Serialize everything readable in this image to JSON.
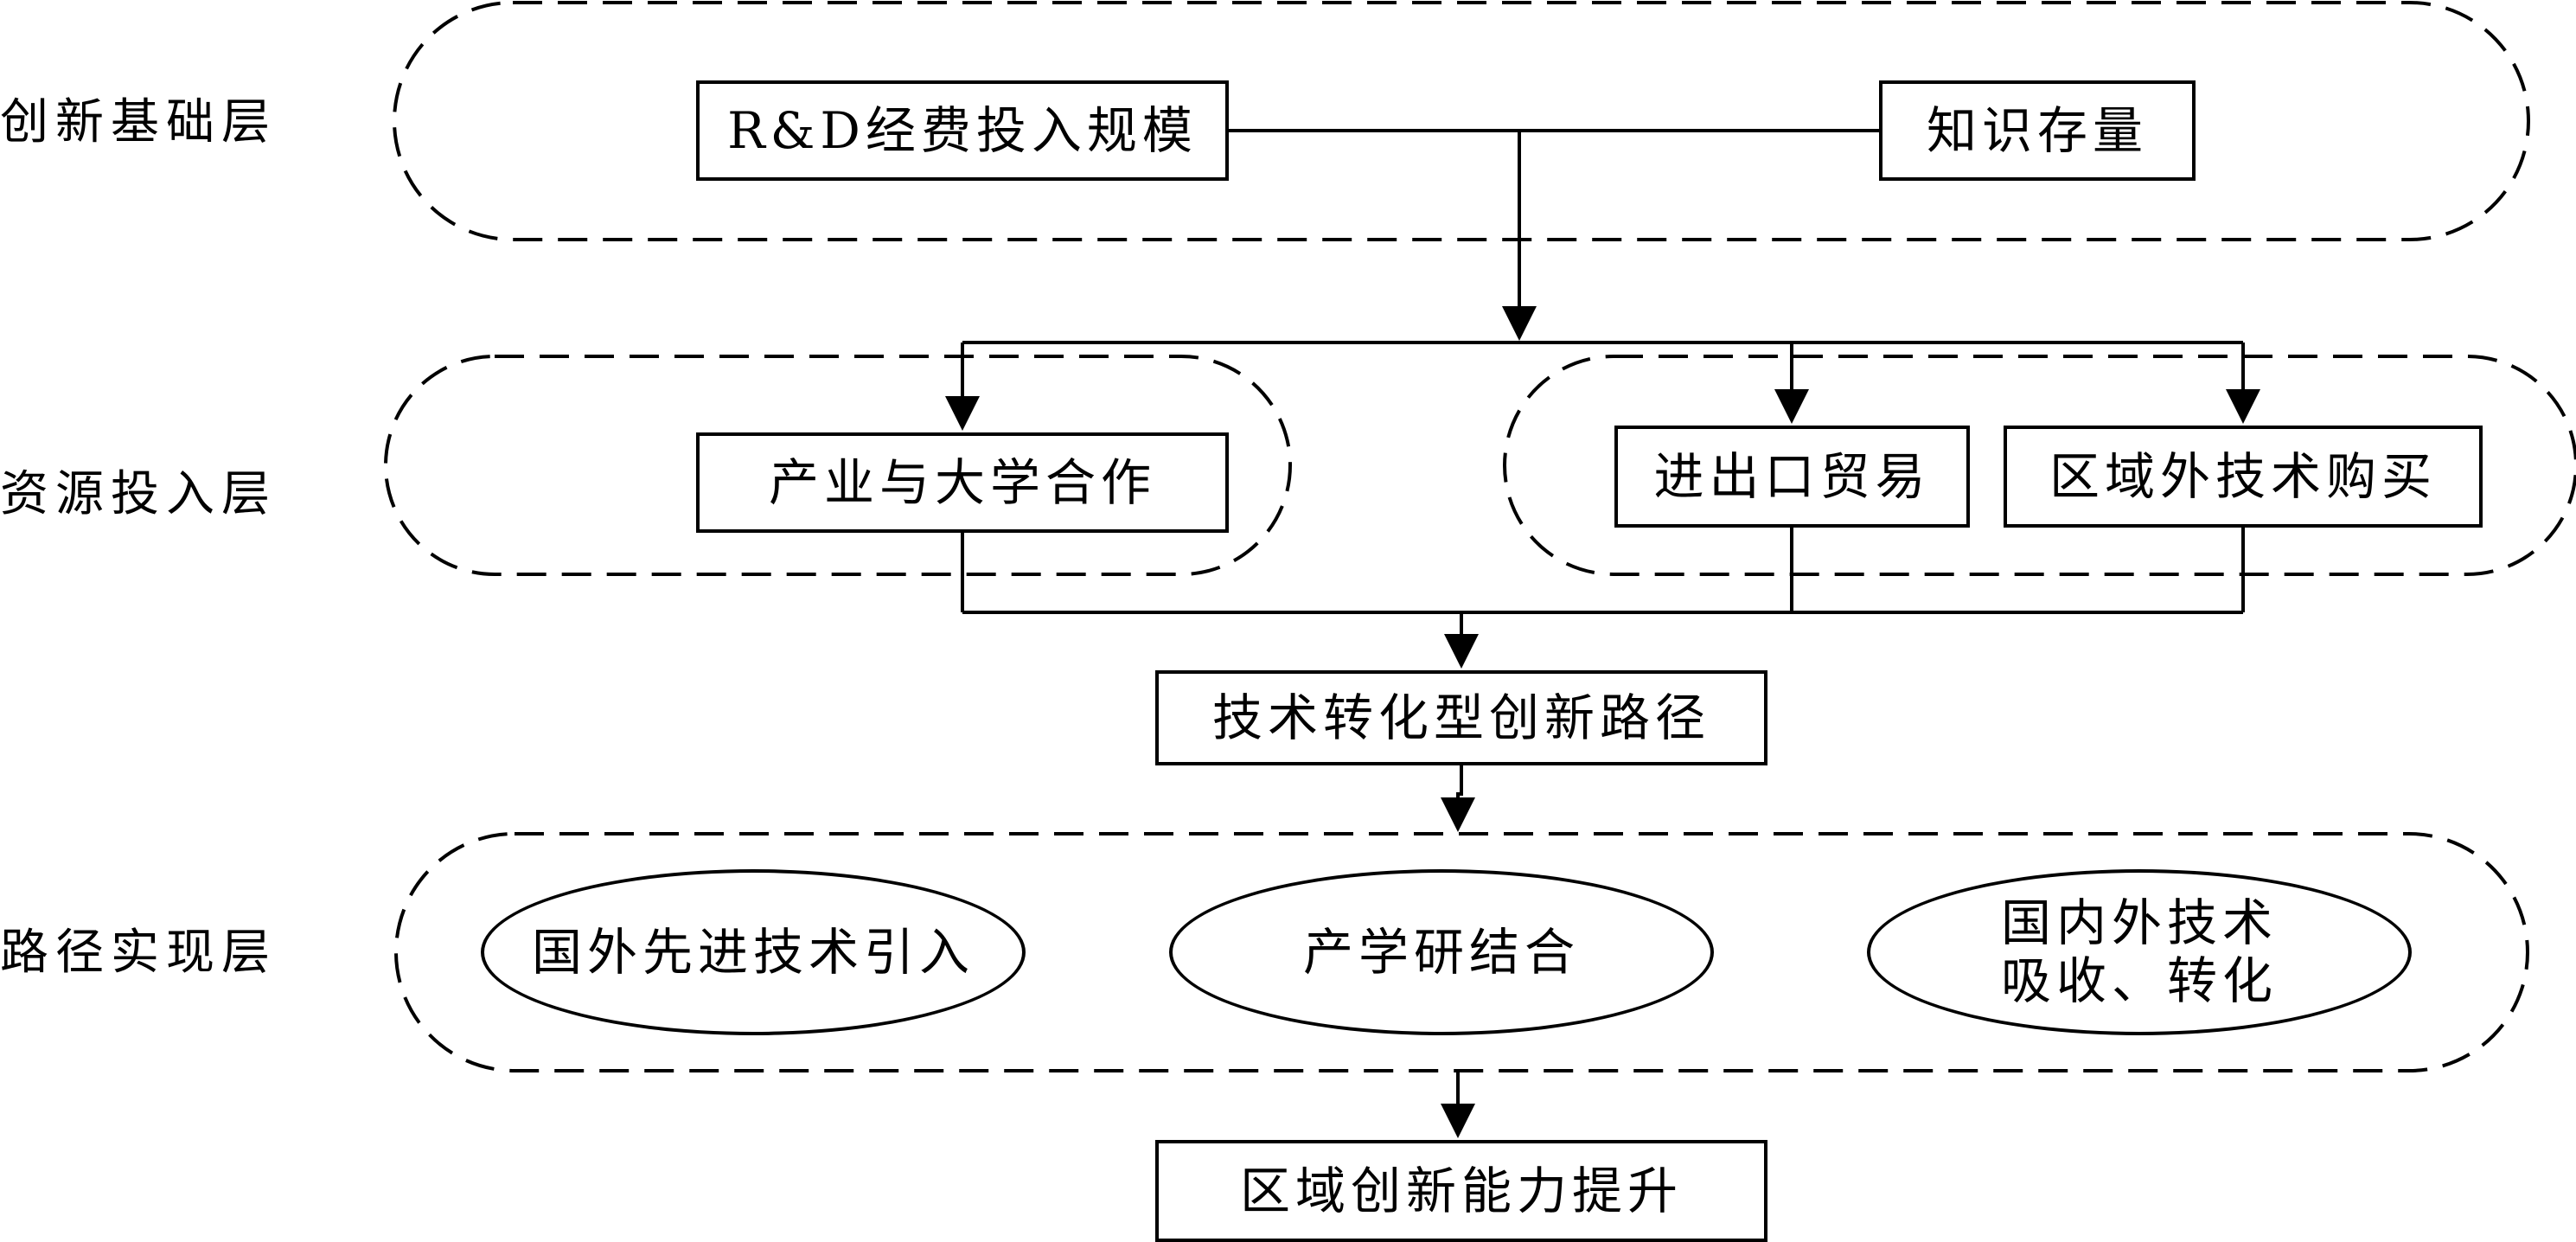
{
  "layers": {
    "foundation": "创新基础层",
    "resource": "资源投入层",
    "path": "路径实现层"
  },
  "nodes": {
    "rd_investment": "R&D经费投入规模",
    "knowledge_stock": "知识存量",
    "industry_university": "产业与大学合作",
    "import_export": "进出口贸易",
    "external_tech_purchase": "区域外技术购买",
    "tech_transformation_path": "技术转化型创新路径",
    "regional_capability": "区域创新能力提升"
  },
  "ovals": {
    "foreign_tech_intro": "国外先进技术引入",
    "industry_academia_research": "产学研结合",
    "absorption_conversion": "国内外技术\n吸收、转化"
  },
  "colors": {
    "stroke": "#000000",
    "background": "#ffffff"
  }
}
